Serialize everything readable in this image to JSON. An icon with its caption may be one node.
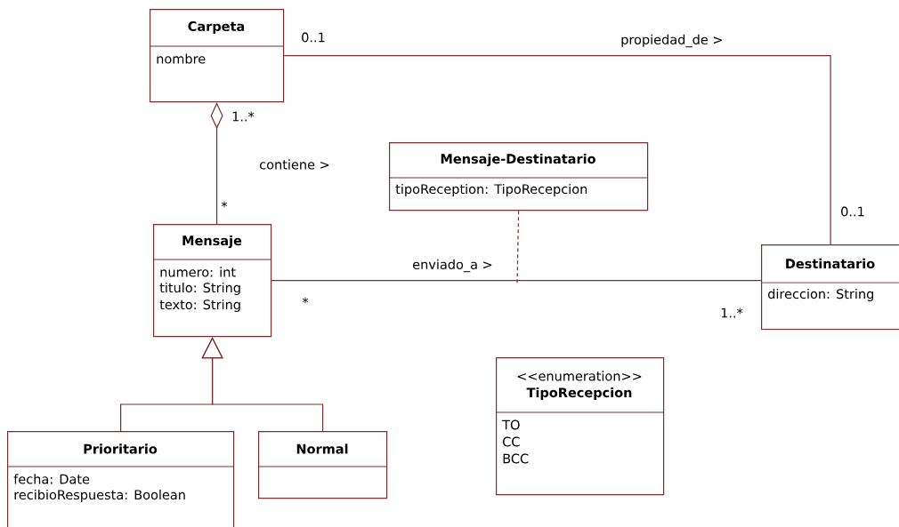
{
  "diagram": {
    "nodes": [
      {
        "text": [
          "Carpeta",
          "nombre"
        ]
      },
      {
        "text": [
          "Mensaje",
          "numero: int",
          "titulo: String",
          "texto: String"
        ]
      },
      {
        "text": [
          "Prioritario",
          "fecha: Date",
          "recibioRespuesta: Boolean"
        ]
      },
      {
        "text": [
          "Normal"
        ]
      },
      {
        "text": [
          "Mensaje-Destinatario",
          "tipoReception: TipoRecepcion"
        ]
      },
      {
        "text": [
          "Destinatario",
          "direccion: String"
        ]
      },
      {
        "text": [
          "<<enumeration>>",
          "TipoRecepcion",
          "TO",
          "CC",
          "BCC"
        ]
      }
    ],
    "edges": [
      {
        "from": 0,
        "to": 1,
        "arrow": "other",
        "label": "contiene >"
      },
      {
        "from": 1,
        "to": 5,
        "arrow": "none",
        "label": "enviado_a >"
      },
      {
        "from": 0,
        "to": 5,
        "arrow": "none",
        "label": "propiedad_de >"
      },
      {
        "from": 2,
        "to": 1,
        "arrow": "to"
      },
      {
        "from": 3,
        "to": 1,
        "arrow": "to"
      },
      {
        "from": 4,
        "to": null,
        "arrow": "none",
        "style": "dashed"
      }
    ],
    "labels": [
      "0..1",
      "1..*",
      "*",
      "0..1",
      "*",
      "1..*"
    ]
  }
}
